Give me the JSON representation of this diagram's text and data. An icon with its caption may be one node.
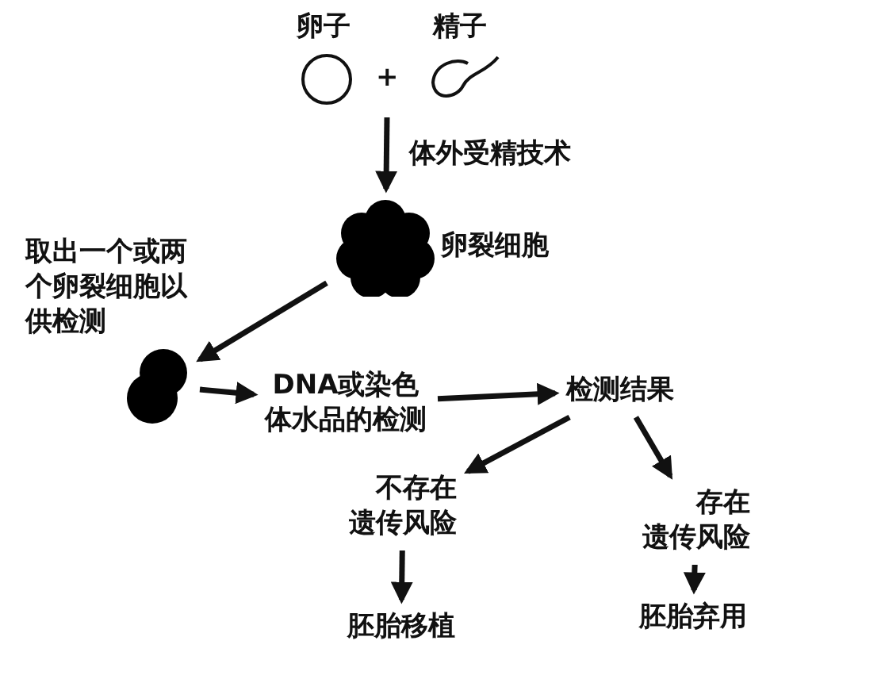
{
  "diagram": {
    "nodes": [
      {
        "text": [
          "卵子"
        ]
      },
      {
        "text": [
          "精子"
        ]
      },
      {
        "text": [],
        "shape": "cluster",
        "beside": [
          "卵裂细胞"
        ]
      },
      {
        "text": [],
        "shape": "cluster",
        "beside": [
          "取出一个或两个卵裂细胞以供检测"
        ]
      },
      {
        "text": [
          "DNA或染色体水品的检测"
        ]
      },
      {
        "text": [
          "检测结果"
        ]
      },
      {
        "text": [
          "不存在遗传风险"
        ]
      },
      {
        "text": [
          "存在遗传风险"
        ]
      },
      {
        "text": [
          "胚胎移植"
        ]
      },
      {
        "text": [
          "胚胎弃用"
        ]
      }
    ],
    "edges": [
      {
        "from": null,
        "to": 2,
        "arrow": "to",
        "label": "体外受精技术"
      },
      {
        "from": 2,
        "to": 3,
        "arrow": "to"
      },
      {
        "from": 3,
        "to": 4,
        "arrow": "to"
      },
      {
        "from": 4,
        "to": 5,
        "arrow": "to"
      },
      {
        "from": 5,
        "to": 6,
        "arrow": "to"
      },
      {
        "from": 5,
        "to": 7,
        "arrow": "to"
      },
      {
        "from": 6,
        "to": 8,
        "arrow": "to"
      },
      {
        "from": 7,
        "to": 9,
        "arrow": "to"
      }
    ],
    "labels": [
      "+"
    ]
  }
}
